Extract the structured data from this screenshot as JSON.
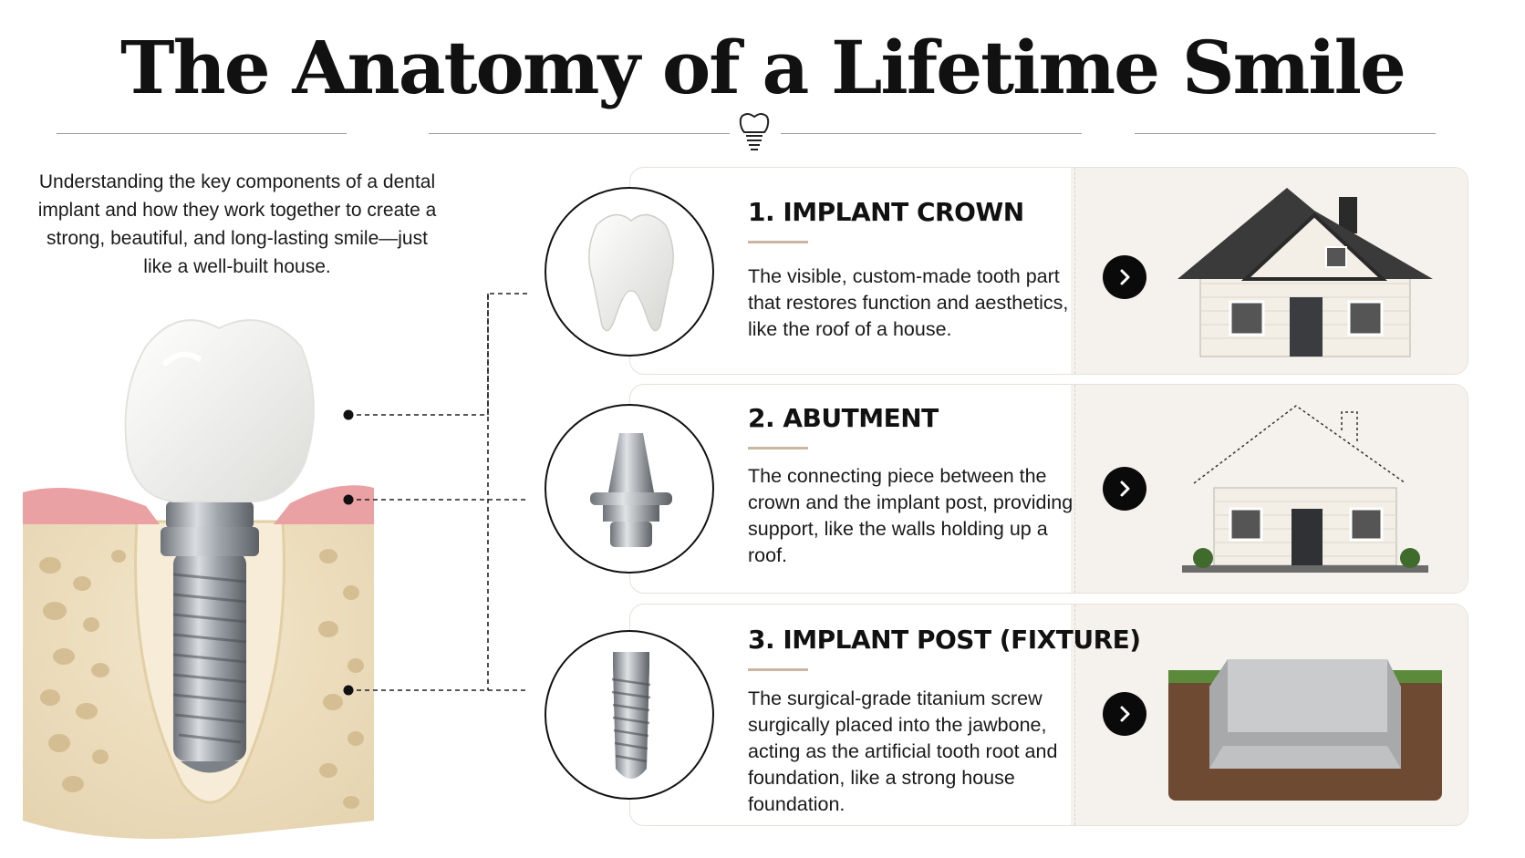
{
  "header": {
    "title": "The Anatomy of a Lifetime Smile"
  },
  "intro": {
    "text": "Understanding the key components of a dental implant and how they work together to create a strong, beautiful, and long-lasting smile—just like a well-built house."
  },
  "components": [
    {
      "title": "1. IMPLANT CROWN",
      "description": "The visible, custom-made tooth part that restores function and aesthetics, like the roof of a house.",
      "icon": "tooth-crown-icon",
      "analogy_icon": "house-roof-icon"
    },
    {
      "title": "2. ABUTMENT",
      "description": "The connecting piece between the crown and the implant post, providing support, like the walls holding up a roof.",
      "icon": "abutment-icon",
      "analogy_icon": "house-walls-icon"
    },
    {
      "title": "3. IMPLANT POST (FIXTURE)",
      "description": "The surgical-grade titanium screw surgically placed into the jawbone, acting as the artificial tooth root and foundation, like a strong house foundation.",
      "icon": "implant-screw-icon",
      "analogy_icon": "foundation-icon"
    }
  ],
  "colors": {
    "text": "#111111",
    "accent_underline": "#c9b7a3",
    "card_side": "#f5f2ed",
    "gum": "#e9a1a3",
    "bone": "#efe1c4",
    "metal": "#9aa0a6"
  }
}
